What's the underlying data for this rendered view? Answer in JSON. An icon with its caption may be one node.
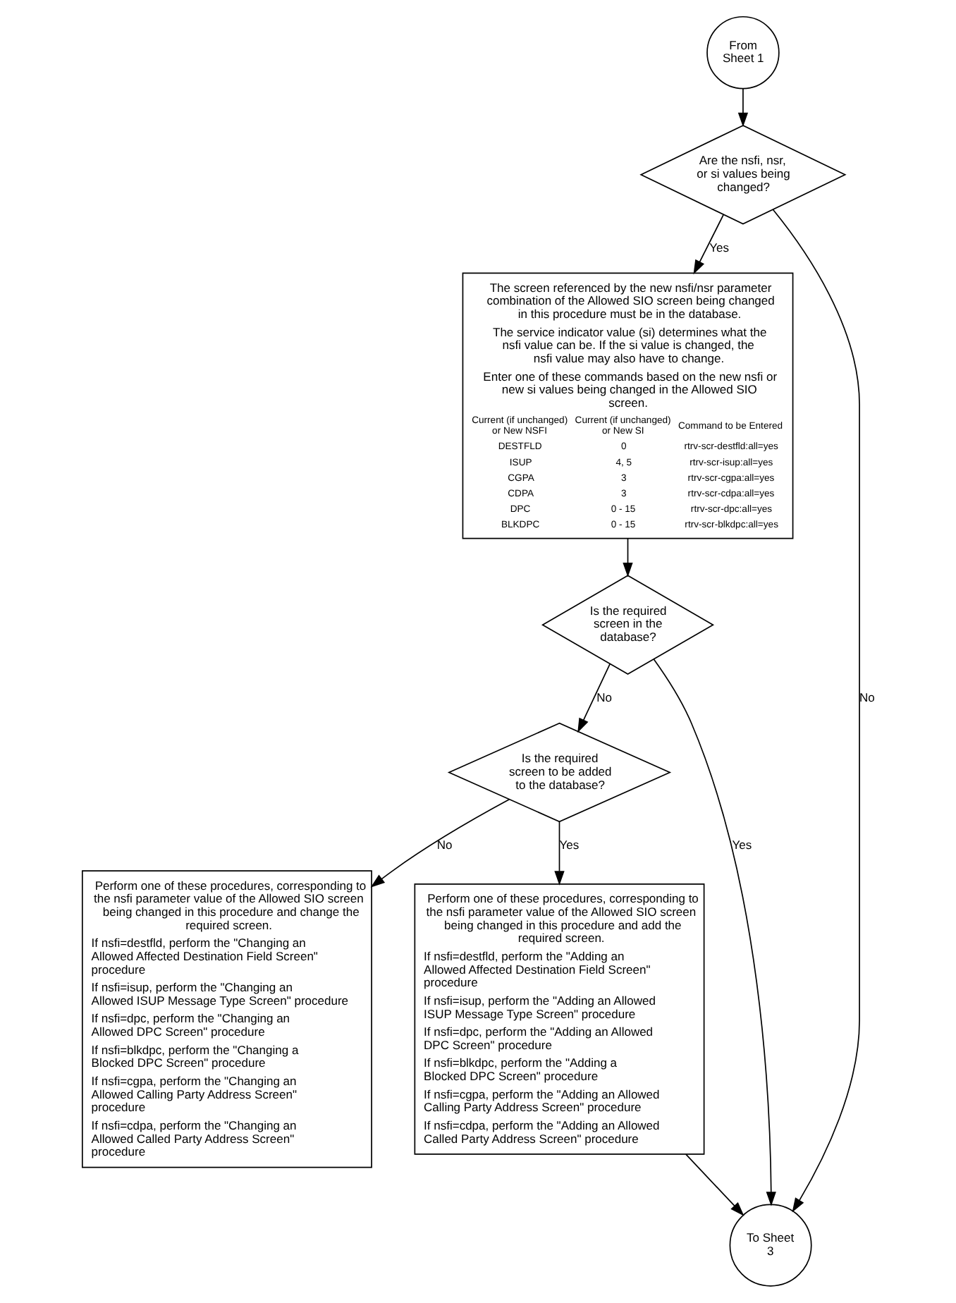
{
  "diagram": {
    "nodes": [
      {
        "text": [
          "From Sheet 1"
        ]
      },
      {
        "text": [
          "Are the nsfi, nsr, or si values being changed?"
        ]
      },
      {
        "text": [
          "The screen referenced by the new nsfi/nsr parameter combination of the Allowed SIO screen being changed in this procedure must be in the database.",
          "The service indicator value (si) determines what the nsfi value can be. If the si value is changed, the nsfi value may also have to change.",
          "Enter one of these commands based on the new nsfi or new si values being changed in the Allowed SIO screen.",
          "Current (if unchanged) or New NSFI",
          "Current (if unchanged) or New SI",
          "Command to be Entered",
          "DESTFLD",
          "0",
          "rtrv-scr-destfld:all=yes",
          "ISUP",
          "4, 5",
          "rtrv-scr-isup:all=yes",
          "CGPA",
          "3",
          "rtrv-scr-cgpa:all=yes",
          "CDPA",
          "3",
          "rtrv-scr-cdpa:all=yes",
          "DPC",
          "0 - 15",
          "rtrv-scr-dpc:all=yes",
          "BLKDPC",
          "0 - 15",
          "rtrv-scr-blkdpc:all=yes"
        ]
      },
      {
        "text": [
          "Is the required screen in the database?"
        ]
      },
      {
        "text": [
          "Perform one of these procedures, corresponding to the nsfi parameter value of the Allowed SIO screen being changed in this procedure and change the required screen.",
          "If nsfi=destfld, perform the \"Changing an Allowed Affected Destination Field Screen\" procedure",
          "If nsfi=isup, perform the \"Changing an Allowed ISUP Message Type Screen\" procedure",
          "If nsfi=dpc, perform the \"Changing an Allowed DPC Screen\" procedure",
          "If nsfi=blkdpc, perform the \"Changing a Blocked DPC Screen\" procedure",
          "If nsfi=cgpa, perform the \"Changing an Allowed Calling Party Address Screen\" procedure",
          "If nsfi=cdpa, perform the \"Changing an Allowed Called Party Address Screen\" procedure"
        ]
      },
      {
        "text": [
          "Is the required screen to be added to the database?"
        ]
      },
      {
        "text": [
          "Perform one of these procedures, corresponding to the nsfi parameter value of the Allowed SIO screen being changed in this procedure and add the required screen.",
          "If nsfi=destfld, perform the \"Adding an Allowed Affected Destination Field Screen\" procedure",
          "If nsfi=isup, perform the \"Adding an Allowed ISUP Message Type Screen\" procedure",
          "If nsfi=dpc, perform the \"Adding an Allowed DPC Screen\" procedure",
          "If nsfi=blkdpc, perform the \"Adding a Blocked DPC Screen\" procedure",
          "If nsfi=cgpa, perform the \"Adding an Allowed Calling Party Address Screen\" procedure",
          "If nsfi=cdpa, perform the \"Adding an Allowed Called Party Address Screen\" procedure"
        ]
      },
      {
        "text": [
          "To Sheet 3"
        ]
      }
    ],
    "edges": [
      {
        "from": 0,
        "to": 1,
        "arrow": "to"
      },
      {
        "from": 1,
        "to": 2,
        "arrow": "to",
        "label": "Yes"
      },
      {
        "from": 1,
        "to": 7,
        "arrow": "to",
        "label": "No"
      },
      {
        "from": 2,
        "to": 3,
        "arrow": "to"
      },
      {
        "from": 3,
        "to": 7,
        "arrow": "to",
        "label": "Yes"
      },
      {
        "from": 3,
        "to": 5,
        "arrow": "to",
        "label": "No"
      },
      {
        "from": 5,
        "to": 4,
        "arrow": "to",
        "label": "No"
      },
      {
        "from": 5,
        "to": 6,
        "arrow": "to",
        "label": "Yes"
      },
      {
        "from": 6,
        "to": 7,
        "arrow": "to"
      }
    ]
  }
}
